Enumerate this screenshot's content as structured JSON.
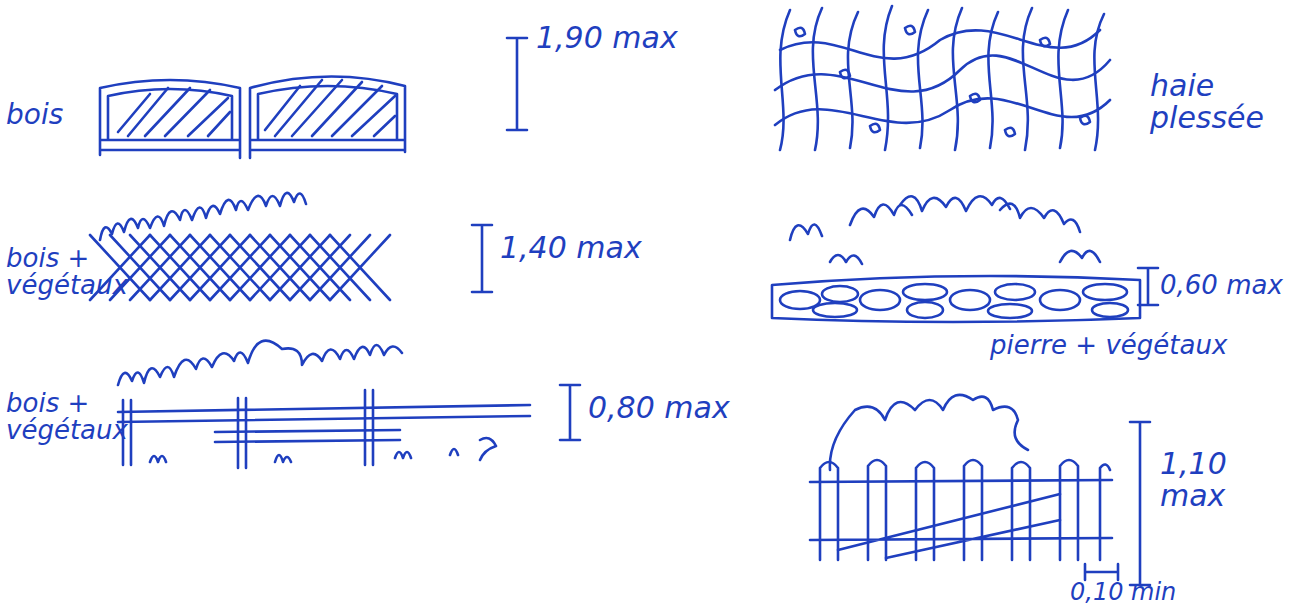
{
  "diagram": {
    "labels": [
      "bois",
      "1,90 max",
      "haie plessée",
      "bois + végétaux",
      "1,40 max",
      "0,60 max",
      "pierre + végétaux",
      "bois + végétaux",
      "0,80 max",
      "1,10 max",
      "0,10 min"
    ]
  }
}
